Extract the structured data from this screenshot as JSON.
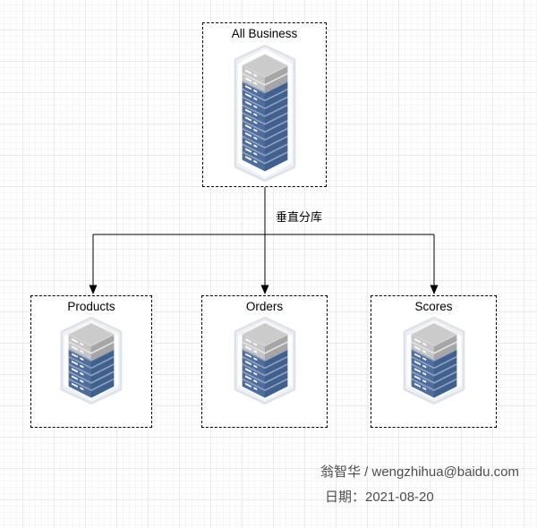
{
  "diagram": {
    "root_node": {
      "id": "all-business",
      "label": "All Business"
    },
    "child_nodes": [
      {
        "id": "products",
        "label": "Products"
      },
      {
        "id": "orders",
        "label": "Orders"
      },
      {
        "id": "scores",
        "label": "Scores"
      }
    ],
    "edge_label": "垂直分库"
  },
  "signature": {
    "author": "翁智华 / wengzhihua@baidu.com",
    "date": "日期：2021-08-20"
  },
  "icon": {
    "name": "server-stack-icon",
    "colors": {
      "blue_front": "#4e6e9e",
      "blue_side": "#40608e",
      "blue_sliver": "#92a5c3",
      "gray_front": "#c6c6c6",
      "gray_side": "#a6a6a6",
      "gray_sliver": "#e4e4e4",
      "gray_top": "#cbcbcb",
      "shield_fill": "#edf0f4",
      "shield_stroke": "#dde1e8",
      "dash": "#ffffff"
    },
    "large": {
      "gray_units": 2,
      "blue_units": 10
    },
    "small": {
      "gray_units": 2,
      "blue_units": 5
    }
  },
  "colors": {
    "connector": "#000000",
    "box_border": "#000000",
    "box_fill": "#ffffff",
    "grid_major": "#e9eaec",
    "grid_minor": "#f6f6f8"
  }
}
